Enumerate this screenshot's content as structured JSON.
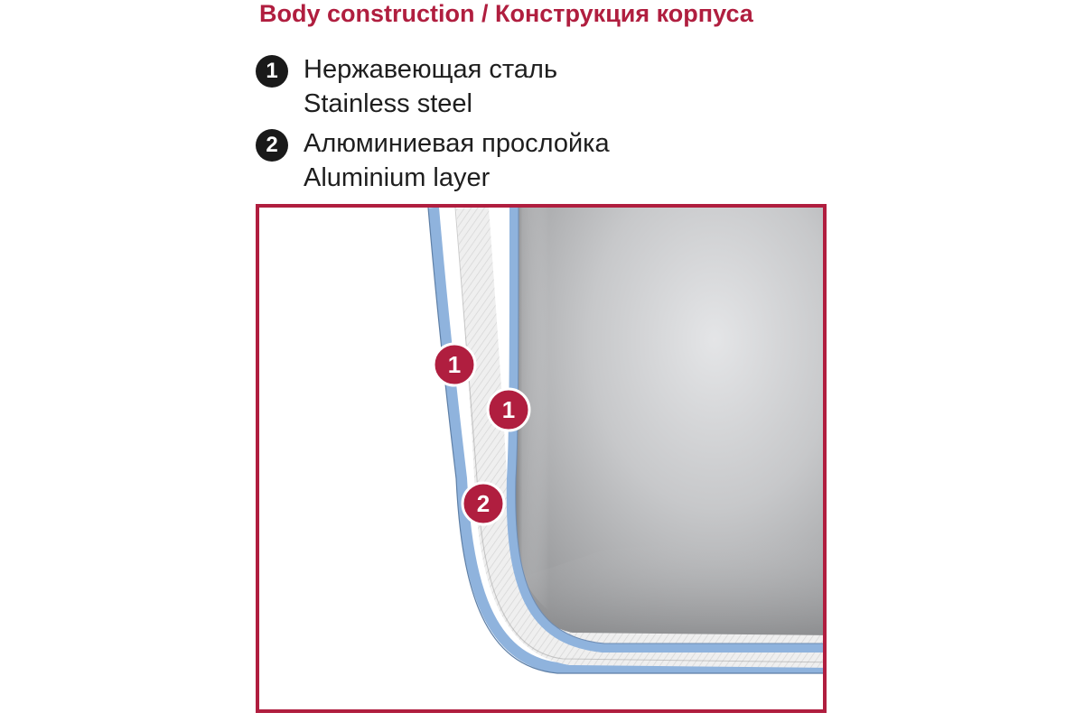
{
  "title": "Body construction / Конструкция корпуса",
  "colors": {
    "accent": "#b01e3f",
    "steel_layer": "#8fb3dd",
    "aluminium_layer": "#f0f0f0",
    "legend_badge": "#1a1a1a"
  },
  "legend": [
    {
      "number": "1",
      "label_ru": "Нержавеющая сталь",
      "label_en": "Stainless steel"
    },
    {
      "number": "2",
      "label_ru": "Алюминиевая прослойка",
      "label_en": "Aluminium layer"
    }
  ],
  "markers": [
    {
      "number": "1",
      "refers_to": "Stainless steel (outer)"
    },
    {
      "number": "1",
      "refers_to": "Stainless steel (inner)"
    },
    {
      "number": "2",
      "refers_to": "Aluminium layer"
    }
  ]
}
